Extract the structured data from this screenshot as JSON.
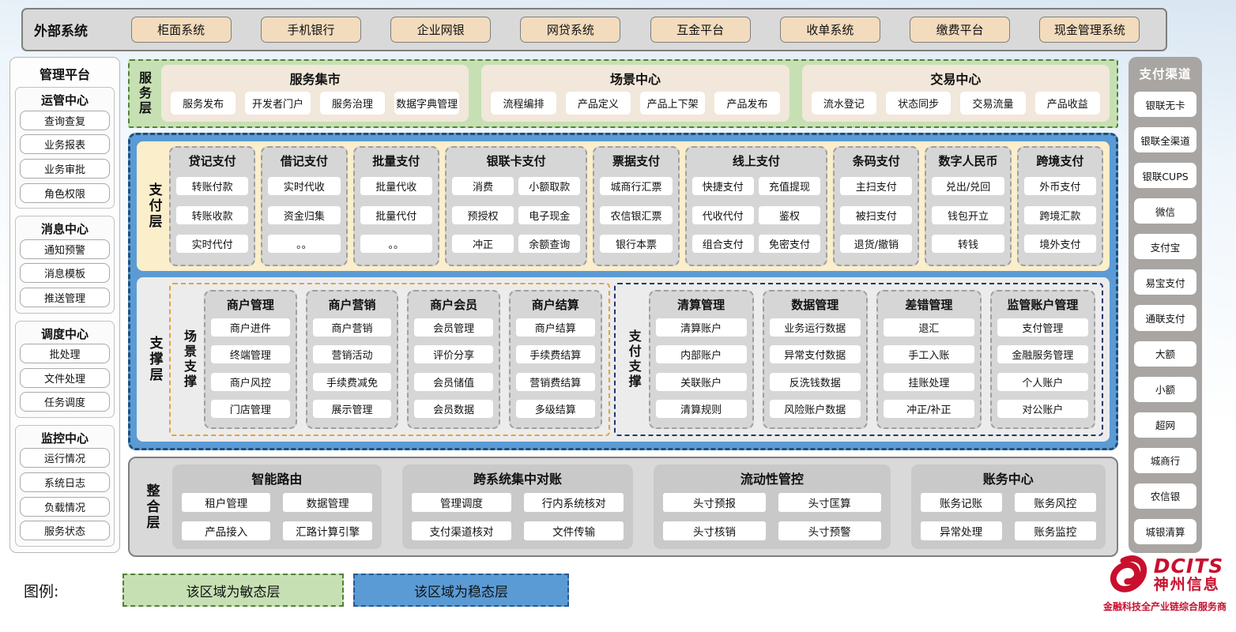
{
  "colors": {
    "agile_green": "#c6e0b4",
    "green_border": "#538135",
    "stable_blue": "#5b9bd5",
    "blue_border": "#1f4e79",
    "payment_cream": "#fbeecb",
    "tan_button": "#f2dcbd",
    "logo_red": "#c8102e"
  },
  "external_systems": {
    "label": "外部系统",
    "items": [
      "柜面系统",
      "手机银行",
      "企业网银",
      "网贷系统",
      "互金平台",
      "收单系统",
      "缴费平台",
      "现金管理系统"
    ]
  },
  "management_platform": {
    "title": "管理平台",
    "groups": [
      {
        "title": "运管中心",
        "items": [
          "查询查复",
          "业务报表",
          "业务审批",
          "角色权限"
        ]
      },
      {
        "title": "消息中心",
        "items": [
          "通知预警",
          "消息模板",
          "推送管理"
        ]
      },
      {
        "title": "调度中心",
        "items": [
          "批处理",
          "文件处理",
          "任务调度"
        ]
      },
      {
        "title": "监控中心",
        "items": [
          "运行情况",
          "系统日志",
          "负载情况",
          "服务状态"
        ]
      }
    ]
  },
  "service_layer": {
    "label": "服务层",
    "groups": [
      {
        "title": "服务集市",
        "items": [
          "服务发布",
          "开发者门户",
          "服务治理",
          "数据字典管理"
        ]
      },
      {
        "title": "场景中心",
        "items": [
          "流程编排",
          "产品定义",
          "产品上下架",
          "产品发布"
        ]
      },
      {
        "title": "交易中心",
        "items": [
          "流水登记",
          "状态同步",
          "交易流量",
          "产品收益"
        ]
      }
    ]
  },
  "payment_layer": {
    "label": "支付层",
    "columns": [
      {
        "title": "贷记支付",
        "cols": 1,
        "items": [
          "转账付款",
          "转账收款",
          "实时代付"
        ]
      },
      {
        "title": "借记支付",
        "cols": 1,
        "items": [
          "实时代收",
          "资金归集",
          "。。"
        ]
      },
      {
        "title": "批量支付",
        "cols": 1,
        "items": [
          "批量代收",
          "批量代付",
          "。。"
        ]
      },
      {
        "title": "银联卡支付",
        "cols": 2,
        "items": [
          "消费",
          "小额取款",
          "预授权",
          "电子现金",
          "冲正",
          "余额查询"
        ]
      },
      {
        "title": "票据支付",
        "cols": 1,
        "items": [
          "城商行汇票",
          "农信银汇票",
          "银行本票"
        ]
      },
      {
        "title": "线上支付",
        "cols": 2,
        "items": [
          "快捷支付",
          "充值提现",
          "代收代付",
          "鉴权",
          "组合支付",
          "免密支付"
        ]
      },
      {
        "title": "条码支付",
        "cols": 1,
        "items": [
          "主扫支付",
          "被扫支付",
          "退货/撤销"
        ]
      },
      {
        "title": "数字人民币",
        "cols": 1,
        "items": [
          "兑出/兑回",
          "钱包开立",
          "转钱"
        ]
      },
      {
        "title": "跨境支付",
        "cols": 1,
        "items": [
          "外币支付",
          "跨境汇款",
          "境外支付"
        ]
      }
    ]
  },
  "support_layer": {
    "label": "支撑层",
    "groups": [
      {
        "label": "场景支撑",
        "columns": [
          {
            "title": "商户管理",
            "items": [
              "商户进件",
              "终端管理",
              "商户风控",
              "门店管理"
            ]
          },
          {
            "title": "商户营销",
            "items": [
              "商户营销",
              "营销活动",
              "手续费减免",
              "展示管理"
            ]
          },
          {
            "title": "商户会员",
            "items": [
              "会员管理",
              "评价分享",
              "会员储值",
              "会员数据"
            ]
          },
          {
            "title": "商户结算",
            "items": [
              "商户结算",
              "手续费结算",
              "营销费结算",
              "多级结算"
            ]
          }
        ]
      },
      {
        "label": "支付支撑",
        "columns": [
          {
            "title": "清算管理",
            "items": [
              "清算账户",
              "内部账户",
              "关联账户",
              "清算规则"
            ]
          },
          {
            "title": "数据管理",
            "items": [
              "业务运行数据",
              "异常支付数据",
              "反洗钱数据",
              "风险账户数据"
            ]
          },
          {
            "title": "差错管理",
            "items": [
              "退汇",
              "手工入账",
              "挂账处理",
              "冲正/补正"
            ]
          },
          {
            "title": "监管账户管理",
            "items": [
              "支付管理",
              "金融服务管理",
              "个人账户",
              "对公账户"
            ]
          }
        ]
      }
    ]
  },
  "integration_layer": {
    "label": "整合层",
    "groups": [
      {
        "title": "智能路由",
        "items": [
          "租户管理",
          "数据管理",
          "产品接入",
          "汇路计算引擎"
        ]
      },
      {
        "title": "跨系统集中对账",
        "items": [
          "管理调度",
          "行内系统核对",
          "支付渠道核对",
          "文件传输"
        ]
      },
      {
        "title": "流动性管控",
        "items": [
          "头寸预报",
          "头寸匡算",
          "头寸核销",
          "头寸预警"
        ]
      },
      {
        "title": "账务中心",
        "items": [
          "账务记账",
          "账务风控",
          "异常处理",
          "账务监控"
        ]
      }
    ]
  },
  "payment_channels": {
    "title": "支付渠道",
    "items": [
      "银联无卡",
      "银联全渠道",
      "银联CUPS",
      "微信",
      "支付宝",
      "易宝支付",
      "通联支付",
      "大额",
      "小额",
      "超网",
      "城商行",
      "农信银",
      "城银清算"
    ]
  },
  "legend": {
    "label": "图例:",
    "agile": "该区域为敏态层",
    "stable": "该区域为稳态层"
  },
  "logo": {
    "brand": "DCITS",
    "company": "神州信息",
    "tagline": "金融科技全产业链综合服务商"
  }
}
